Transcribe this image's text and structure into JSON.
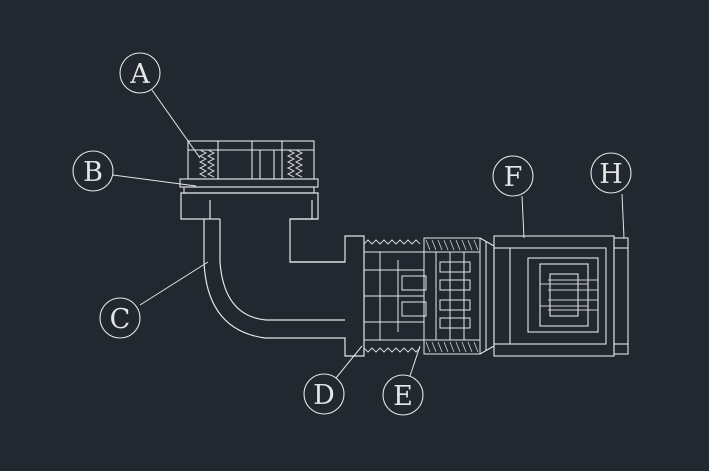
{
  "drawing": {
    "background": "#212830",
    "line_color": "#e6e6e6",
    "thread_color": "#d0d0d0"
  },
  "callouts": [
    {
      "id": "a",
      "letter": "A"
    },
    {
      "id": "b",
      "letter": "B"
    },
    {
      "id": "c",
      "letter": "C"
    },
    {
      "id": "d",
      "letter": "D"
    },
    {
      "id": "e",
      "letter": "E"
    },
    {
      "id": "f",
      "letter": "F"
    },
    {
      "id": "h",
      "letter": "H"
    }
  ]
}
